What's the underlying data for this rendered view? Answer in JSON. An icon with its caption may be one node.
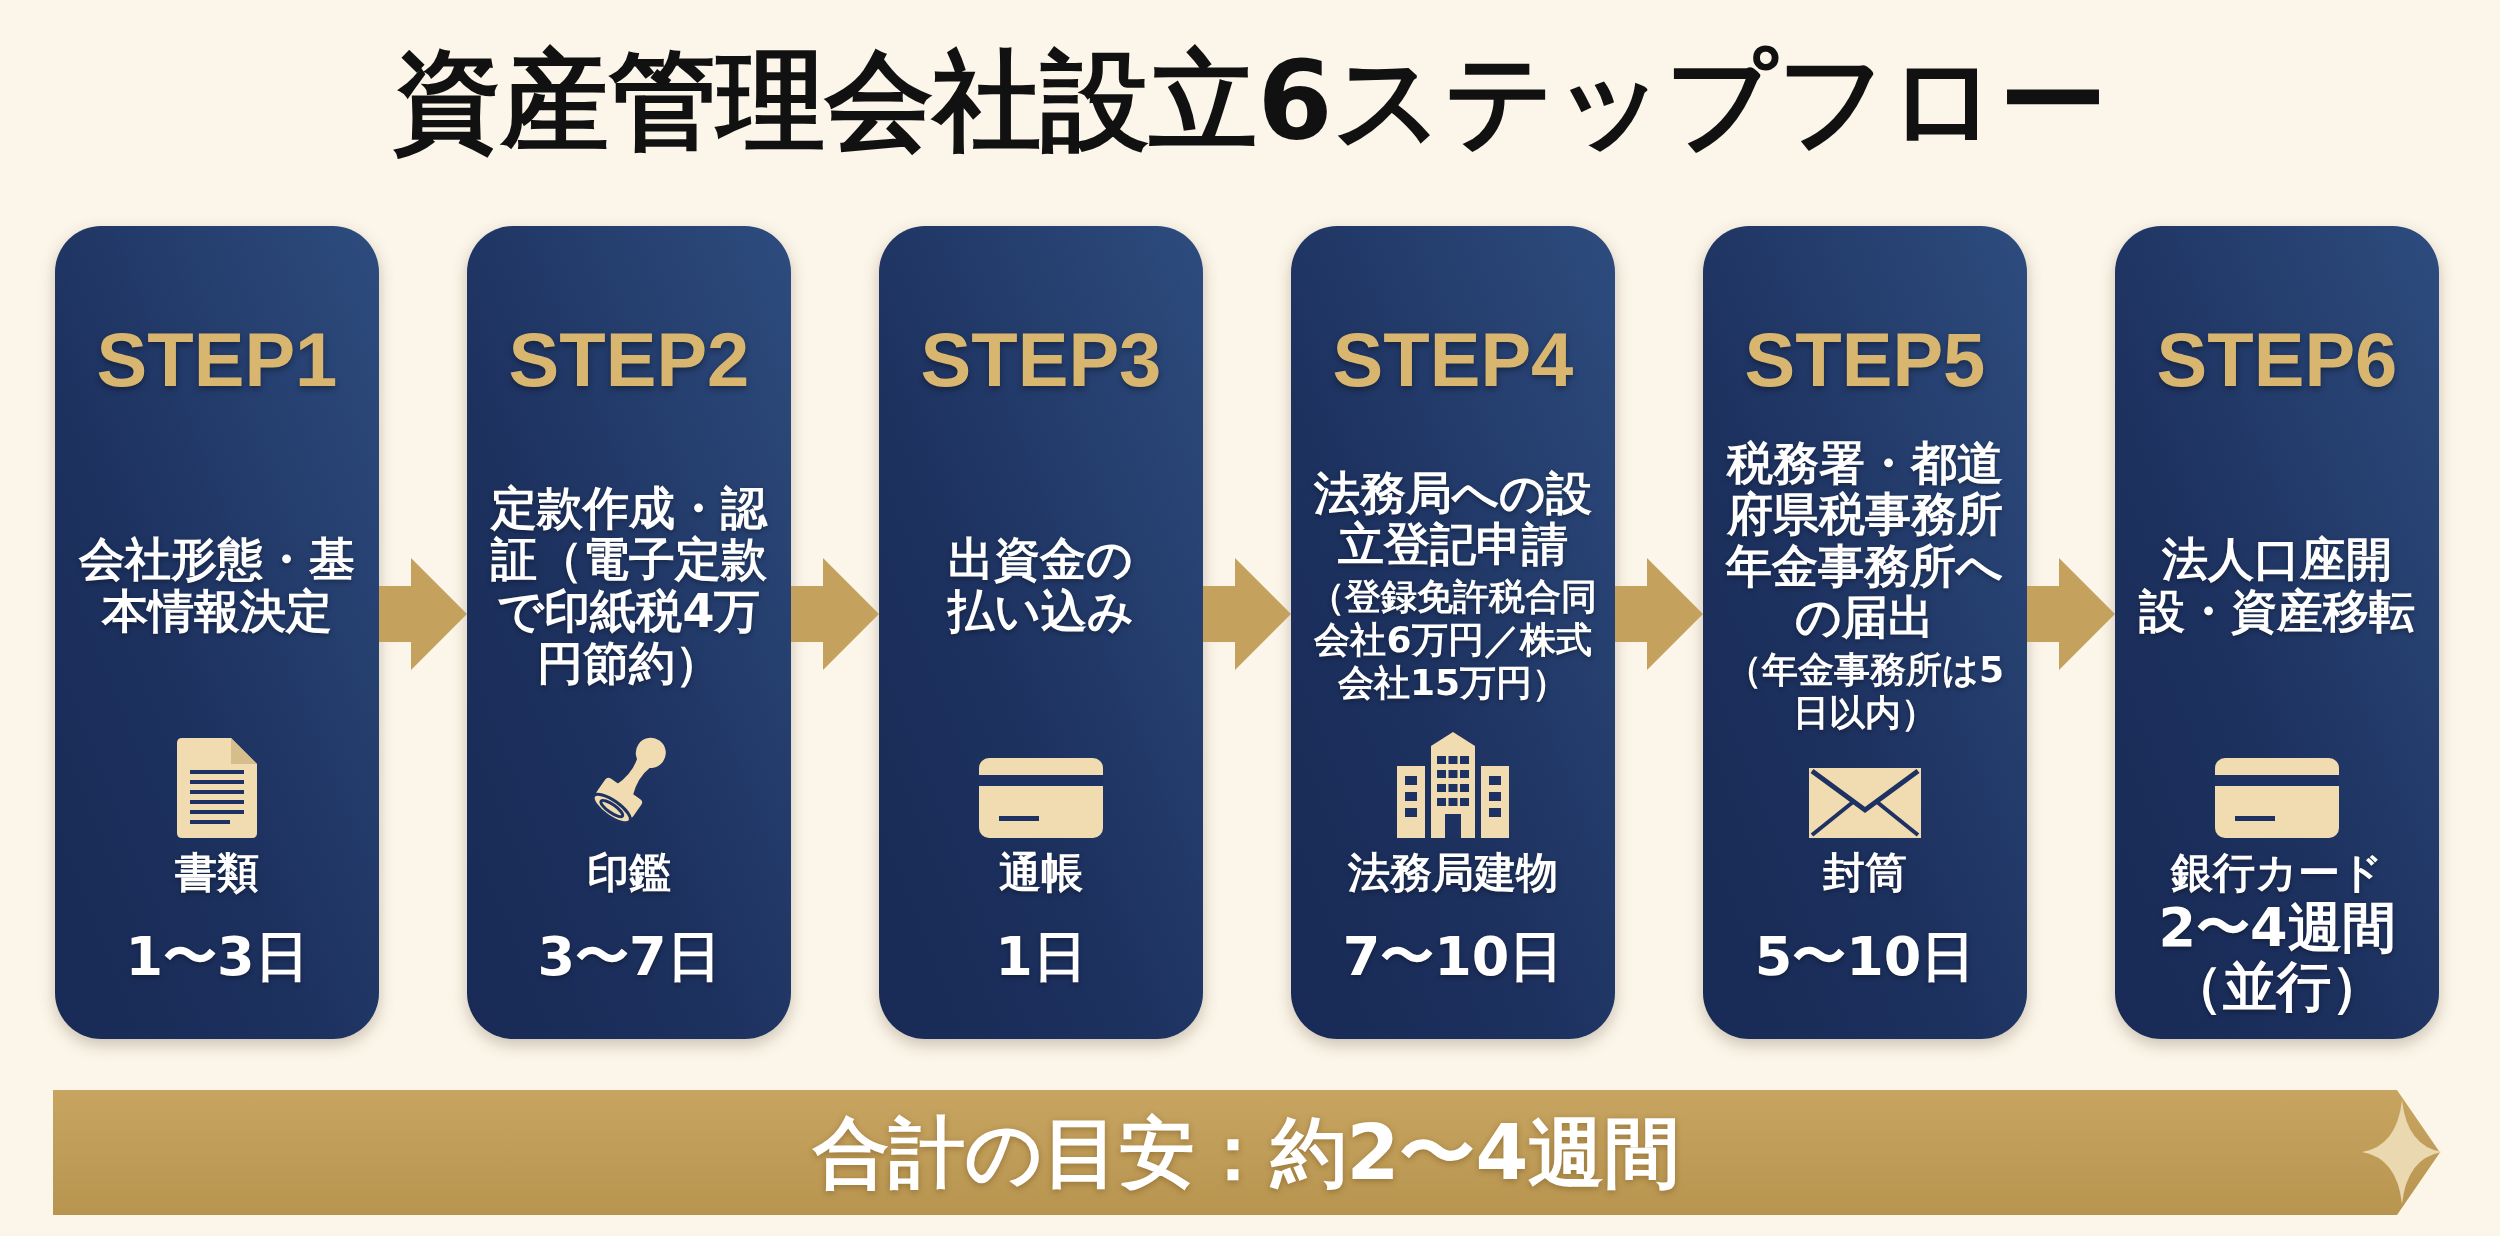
{
  "diagram": {
    "title": "資産管理会社設立6ステップフロー",
    "nodes": [
      {
        "text": [
          "STEP1",
          "会社形態・基本情報決定",
          "書類",
          "1〜3日"
        ]
      },
      {
        "text": [
          "STEP2",
          "定款作成・認証（電子定款で印紙税4万円節約）",
          "印鑑",
          "3〜7日"
        ]
      },
      {
        "text": [
          "STEP3",
          "出資金の払い込み",
          "通帳",
          "1日"
        ]
      },
      {
        "text": [
          "STEP4",
          "法務局への設立登記申請",
          "（登録免許税合同会社6万円／株式会社15万円）",
          "法務局建物",
          "7〜10日"
        ]
      },
      {
        "text": [
          "STEP5",
          "税務署・都道府県税事務所年金事務所への届出",
          "（年金事務所は5日以内）",
          "封筒",
          "5〜10日"
        ]
      },
      {
        "text": [
          "STEP6",
          "法人口座開設・資産移転",
          "銀行カード",
          "2〜4週間（並行）"
        ]
      },
      {
        "text": [
          "合計の目安：約2〜4週間"
        ]
      }
    ],
    "edges": [
      {
        "from": 0,
        "to": 1,
        "arrow": "to"
      },
      {
        "from": 1,
        "to": 2,
        "arrow": "to"
      },
      {
        "from": 2,
        "to": 3,
        "arrow": "to"
      },
      {
        "from": 3,
        "to": 4,
        "arrow": "to"
      },
      {
        "from": 4,
        "to": 5,
        "arrow": "to"
      }
    ]
  }
}
